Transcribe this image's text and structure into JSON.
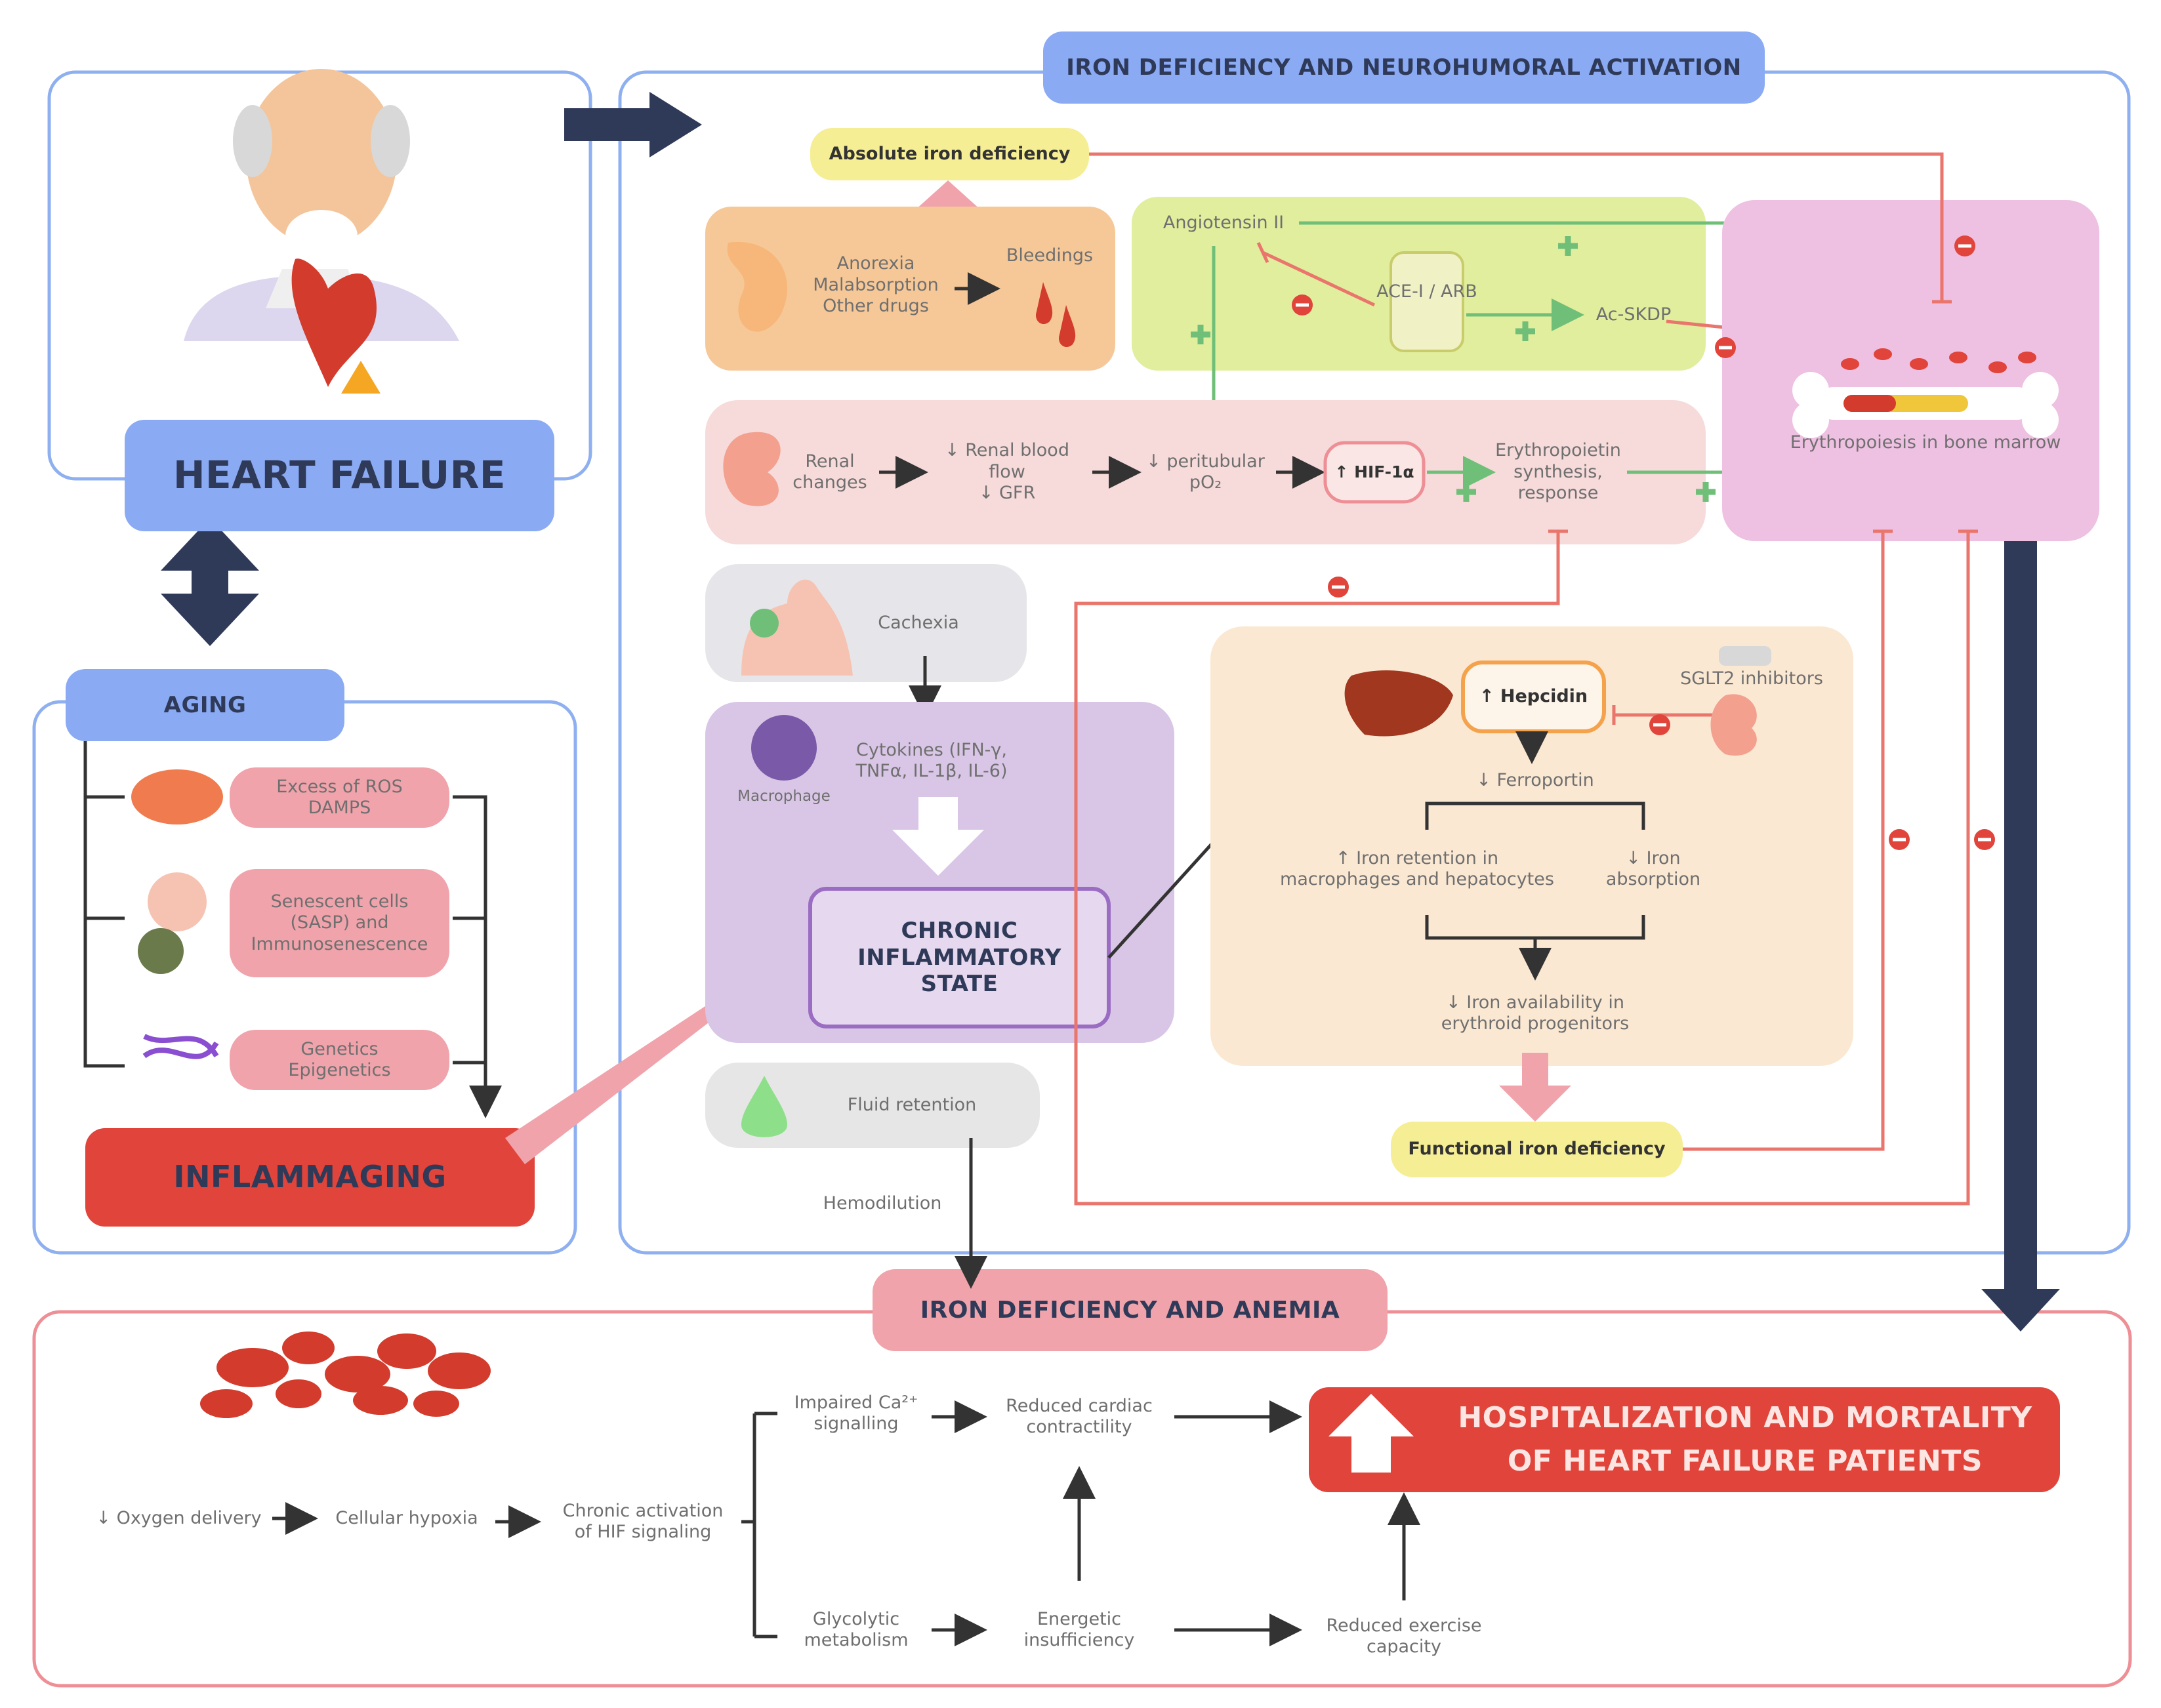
{
  "colors": {
    "blue_border": "#8fb0f0",
    "blue_fill": "#8aaaf4",
    "navy_arrow": "#2f3a59",
    "red_fill": "#e0443a",
    "pink_fill": "#f0a3ab",
    "orange_fill": "#f6c898",
    "green_fill": "#e1ee9d",
    "magenta_fill": "#eec0e2",
    "lilac_fill": "#d9c6e6",
    "peach_fill": "#fbe8d2",
    "yellow_fill": "#f6ee94",
    "inhibit_red": "#e9756c",
    "stimulate_green": "#6fbf78"
  },
  "panels": {
    "heart_failure": "HEART FAILURE",
    "aging": "AGING",
    "iron_neuro": "IRON DEFICIENCY AND NEUROHUMORAL ACTIVATION",
    "iron_anemia": "IRON DEFICIENCY AND ANEMIA",
    "inflammaging": "INFLAMMAGING",
    "chronic": "CHRONIC\nINFLAMMATORY\nSTATE",
    "outcome": "HOSPITALIZATION AND MORTALITY\nOF HEART FAILURE PATIENTS"
  },
  "aging": {
    "ros": "Excess of ROS\nDAMPS",
    "senescent": "Senescent cells\n(SASP) and\nImmunosenescence",
    "genetics": "Genetics\nEpigenetics"
  },
  "iron": {
    "absolute": "Absolute iron deficiency",
    "anorexia": "Anorexia\nMalabsorption\nOther drugs",
    "bleedings": "Bleedings",
    "angiotensin": "Angiotensin II",
    "acei": "ACE-I / ARB",
    "acskdp": "Ac-SKDP",
    "renal": "Renal\nchanges",
    "blood_flow": "↓ Renal blood\nflow\n↓ GFR",
    "po2": "↓ peritubular\npO₂",
    "hif": "↑ HIF-1α",
    "epo": "Erythropoietin\nsynthesis,\nresponse",
    "erythropoiesis": "Erythropoiesis in bone marrow",
    "cachexia": "Cachexia",
    "cytokines": "Cytokines (IFN-γ,\nTNFα, IL-1β, IL-6)",
    "macrophage": "Macrophage",
    "hepcidin": "↑ Hepcidin",
    "sglt2": "SGLT2 inhibitors",
    "ferroportin": "↓ Ferroportin",
    "retention": "↑ Iron retention in\nmacrophages and hepatocytes",
    "absorption": "↓ Iron\nabsorption",
    "availability": "↓ Iron availability in\nerythroid progenitors",
    "functional": "Functional iron deficiency",
    "fluid": "Fluid retention",
    "hemodilution": "Hemodilution"
  },
  "anemia": {
    "oxygen": "↓ Oxygen delivery",
    "hypoxia": "Cellular hypoxia",
    "hif_signal": "Chronic activation\nof HIF signaling",
    "ca": "Impaired Ca²⁺\nsignalling",
    "contractility": "Reduced cardiac\ncontractility",
    "glycolytic": "Glycolytic\nmetabolism",
    "energetic": "Energetic\ninsufficiency",
    "exercise": "Reduced exercise\ncapacity"
  }
}
